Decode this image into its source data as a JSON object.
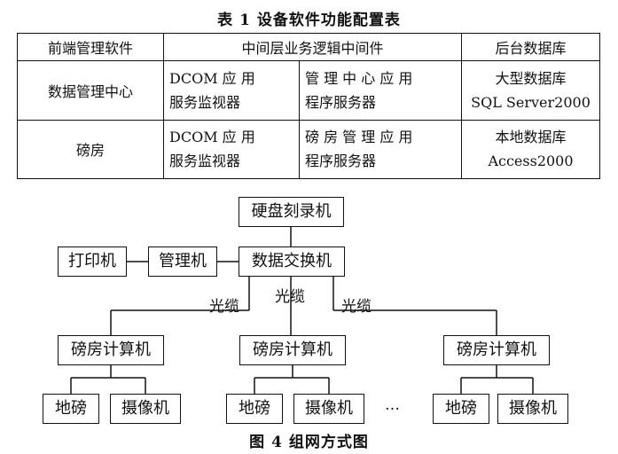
{
  "table": {
    "caption": "表 1   设备软件功能配置表",
    "headers": [
      "前端管理软件",
      "中间层业务逻辑中间件",
      "后台数据库"
    ],
    "rows": [
      {
        "frontend": "数据管理中心",
        "middleware_1": [
          "DCOM 应 用",
          "服务监视器"
        ],
        "middleware_2": [
          "管 理 中 心 应 用",
          "程序服务器"
        ],
        "database": [
          "大型数据库",
          "SQL Server2000"
        ]
      },
      {
        "frontend": "磅房",
        "middleware_1": [
          "DCOM 应 用",
          "服务监视器"
        ],
        "middleware_2": [
          "磅 房 管 理 应 用",
          "程序服务器"
        ],
        "database": [
          "本地数据库",
          "Access2000"
        ]
      }
    ]
  },
  "figure": {
    "caption": "图 4   组网方式图",
    "nodes": {
      "burner": "硬盘刻录机",
      "printer": "打印机",
      "manager": "管理机",
      "switch": "数据交换机",
      "weigh_pc": "磅房计算机",
      "scale": "地磅",
      "camera": "摄像机"
    },
    "cable_label": "光缆",
    "ellipsis": "…"
  }
}
